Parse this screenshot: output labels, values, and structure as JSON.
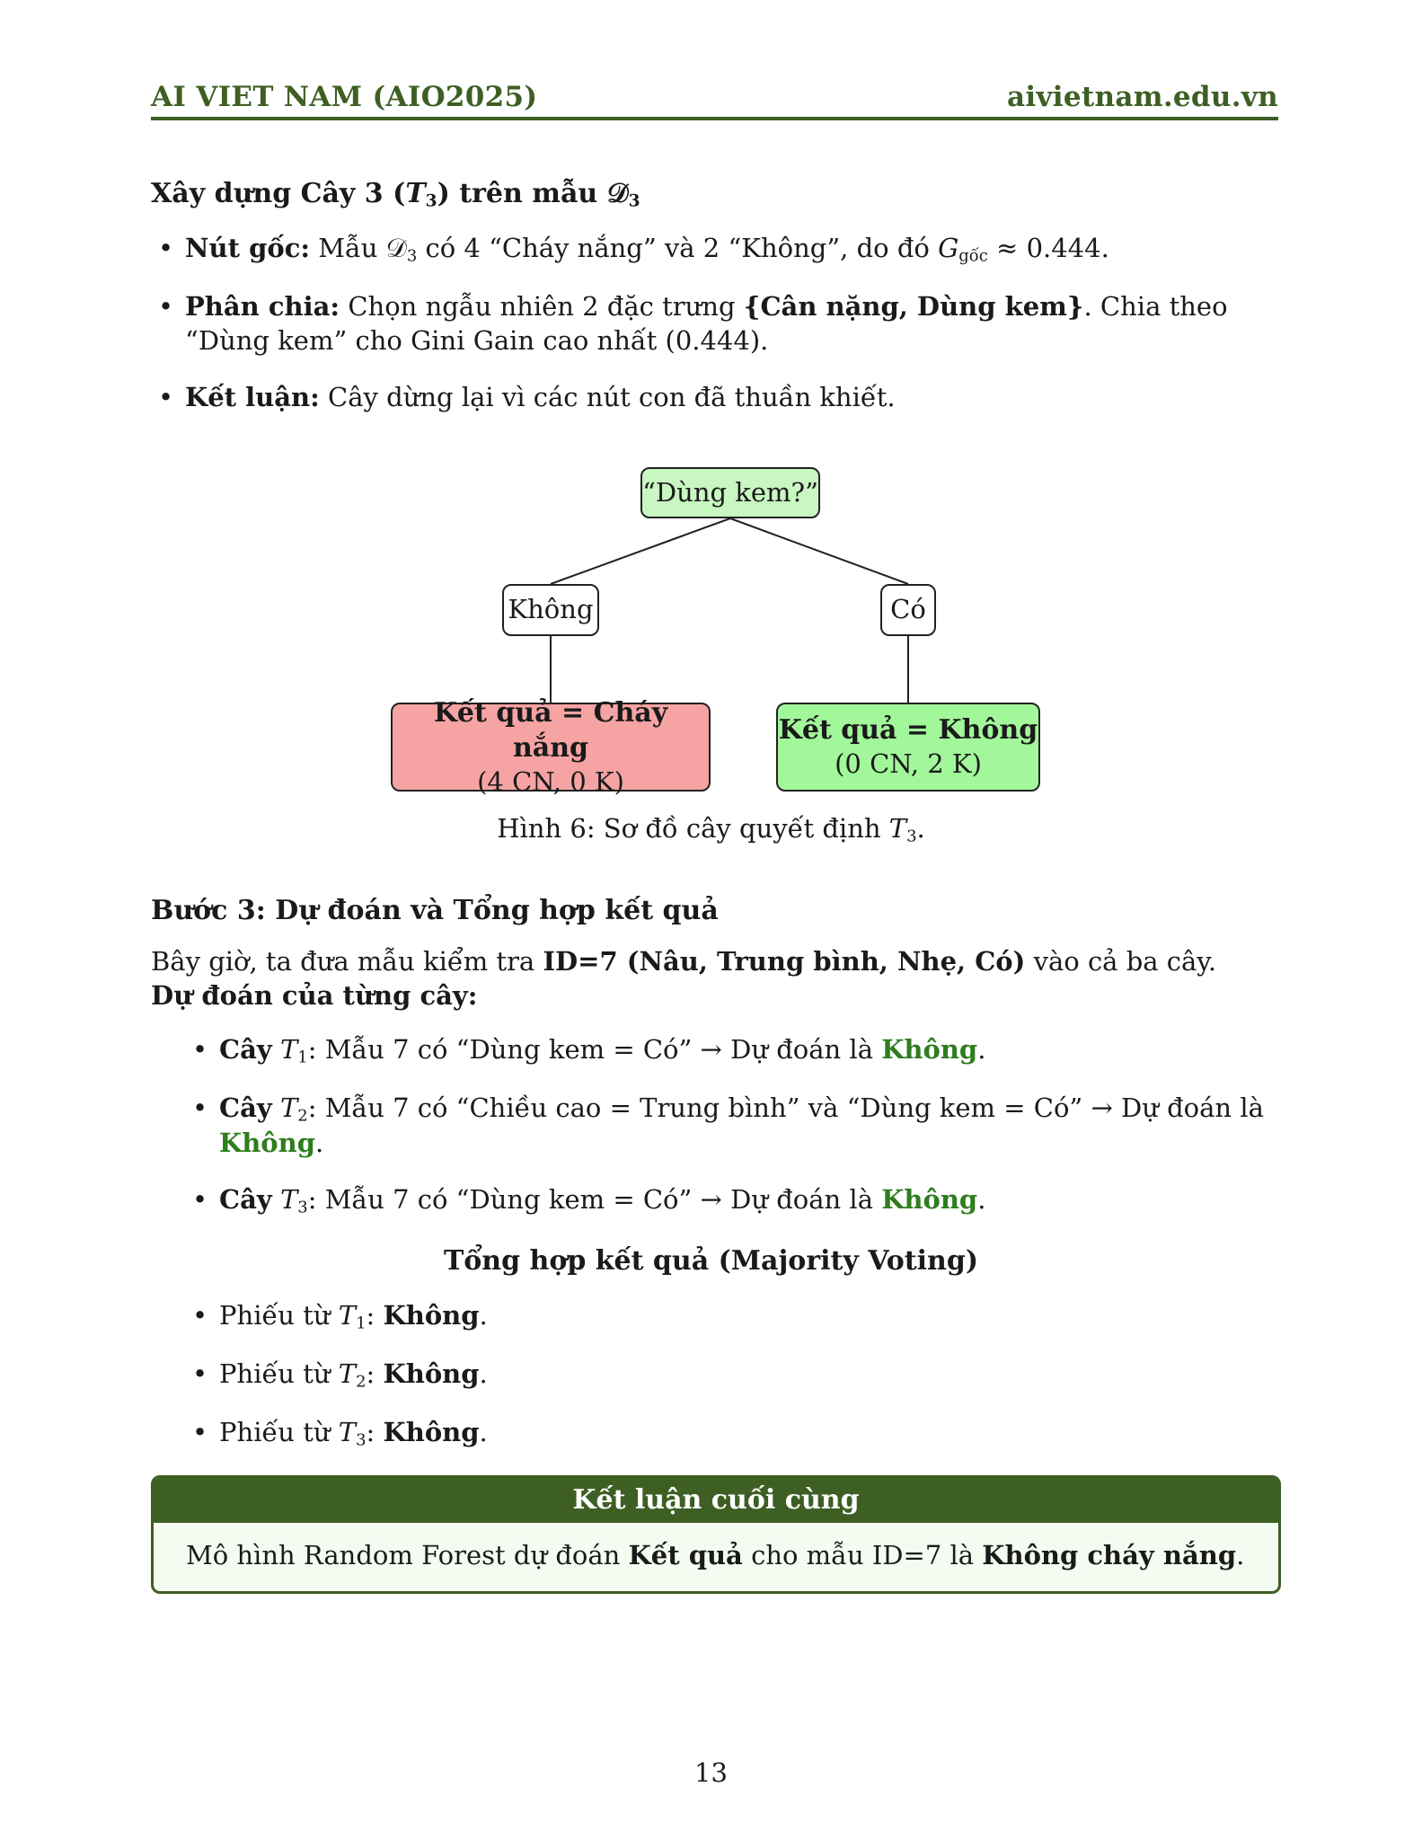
{
  "header": {
    "left": "AI VIET NAM (AIO2025)",
    "right": "aivietnam.edu.vn"
  },
  "section": {
    "title_pre": "Xây dựng Cây 3 (",
    "title_T": "T",
    "title_Tsub": "3",
    "title_mid": ") trên mẫu ",
    "title_D": "𝒟",
    "title_Dsub": "3"
  },
  "bullets1": [
    {
      "label": "Nút gốc:",
      "text_a": " Mẫu ",
      "D": "𝒟",
      "Dsub": "3",
      "text_b": " có 4 “Cháy nắng” và 2 “Không”, do đó ",
      "G": "G",
      "Gsub": "gốc",
      "text_c": " ≈ 0.444."
    },
    {
      "label": "Phân chia:",
      "text_a": " Chọn ngẫu nhiên 2 đặc trưng ",
      "bold_b": "{Cân nặng, Dùng kem}",
      "text_c": ". Chia theo “Dùng kem” cho Gini Gain cao nhất (0.444)."
    },
    {
      "label": "Kết luận:",
      "text_a": " Cây dừng lại vì các nút con đã thuần khiết."
    }
  ],
  "tree": {
    "root": "“Dùng kem?”",
    "branch_left": "Không",
    "branch_right": "Có",
    "leaf_left_title": "Kết quả = Cháy nắng",
    "leaf_left_count": "(4 CN, 0 K)",
    "leaf_right_title": "Kết quả = Không",
    "leaf_right_count": "(0 CN, 2 K)",
    "colors": {
      "root": "#c8f7c2",
      "leaf_left": "#f5a3a3",
      "leaf_right": "#a1f79a"
    }
  },
  "caption": {
    "pre": "Hình 6: Sơ đồ cây quyết định ",
    "T": "T",
    "Tsub": "3",
    "post": "."
  },
  "step3": {
    "title": "Bước 3: Dự đoán và Tổng hợp kết quả",
    "intro_a": "Bây giờ, ta đưa mẫu kiểm tra ",
    "intro_bold": "ID=7 (Nâu, Trung bình, Nhẹ, Có)",
    "intro_b": " vào cả ba cây.",
    "sub_title": "Dự đoán của từng cây:"
  },
  "predictions": [
    {
      "label": "Cây",
      "T": "T",
      "Tsub": "1",
      "text": ": Mẫu 7 có “Dùng kem = Có” → Dự đoán là ",
      "result": "Không",
      "end": "."
    },
    {
      "label": "Cây",
      "T": "T",
      "Tsub": "2",
      "text": ": Mẫu 7 có “Chiều cao = Trung bình” và “Dùng kem = Có” → Dự đoán là ",
      "result": "Không",
      "end": "."
    },
    {
      "label": "Cây",
      "T": "T",
      "Tsub": "3",
      "text": ": Mẫu 7 có “Dùng kem = Có” → Dự đoán là ",
      "result": "Không",
      "end": "."
    }
  ],
  "voting": {
    "title": "Tổng hợp kết quả (Majority Voting)",
    "items": [
      {
        "pre": "Phiếu từ ",
        "T": "T",
        "Tsub": "1",
        "mid": ": ",
        "vote": "Không",
        "end": "."
      },
      {
        "pre": "Phiếu từ ",
        "T": "T",
        "Tsub": "2",
        "mid": ": ",
        "vote": "Không",
        "end": "."
      },
      {
        "pre": "Phiếu từ ",
        "T": "T",
        "Tsub": "3",
        "mid": ": ",
        "vote": "Không",
        "end": "."
      }
    ]
  },
  "conclusion": {
    "title": "Kết luận cuối cùng",
    "text_a": "Mô hình Random Forest dự đoán ",
    "bold_a": "Kết quả",
    "text_b": " cho mẫu ID=7 là ",
    "bold_b": "Không cháy nắng",
    "text_c": "."
  },
  "page_number": "13"
}
